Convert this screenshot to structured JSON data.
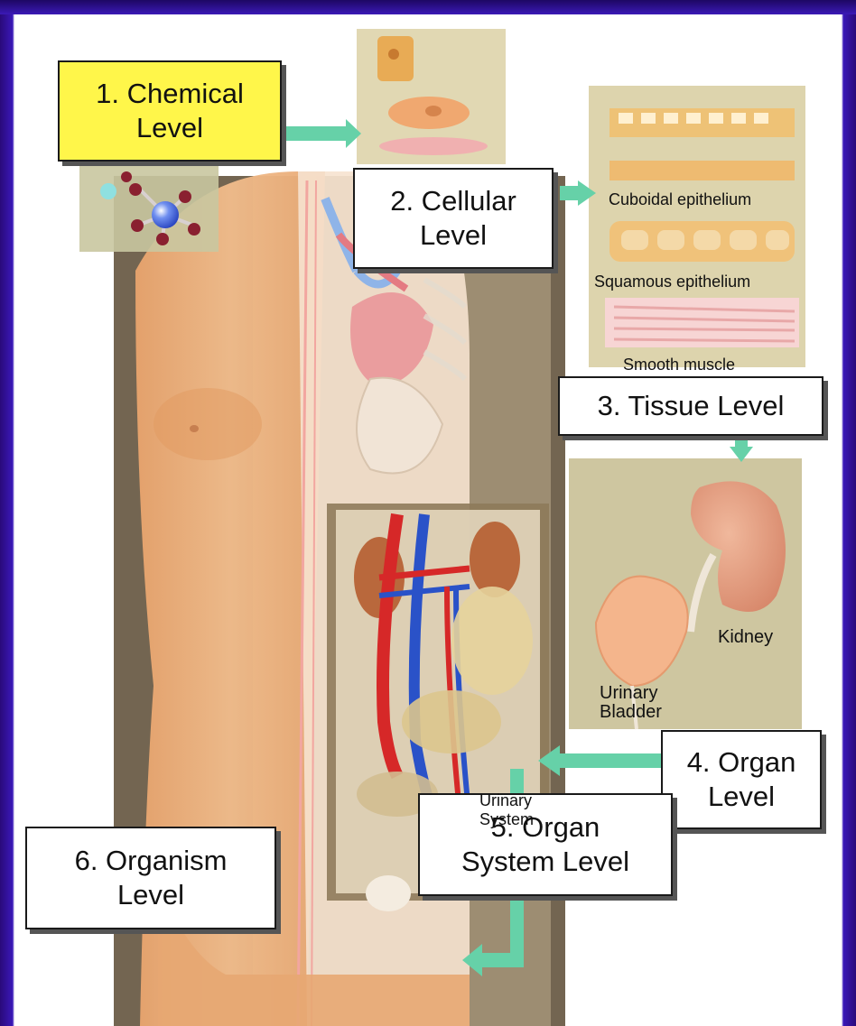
{
  "colors": {
    "frame": "#3a18b8",
    "highlight_box": "#fff64a",
    "arrow": "#66d1a8",
    "skin": "#e7a772",
    "panel": "#cfc49c"
  },
  "levels": [
    {
      "id": "chemical",
      "text": "1. Chemical\nLevel"
    },
    {
      "id": "cellular",
      "text": "2. Cellular\nLevel"
    },
    {
      "id": "tissue",
      "text": "3. Tissue Level"
    },
    {
      "id": "organ",
      "text": "4. Organ\nLevel"
    },
    {
      "id": "organ-system",
      "text": "5. Organ\nSystem Level"
    },
    {
      "id": "organism",
      "text": "6. Organism\nLevel"
    }
  ],
  "tissue_labels": [
    "Cuboidal epithelium",
    "Squamous epithelium",
    "Smooth muscle"
  ],
  "organ_labels": [
    "Kidney",
    "Urinary\nBladder"
  ],
  "system_label": "Urinary\nSystem"
}
